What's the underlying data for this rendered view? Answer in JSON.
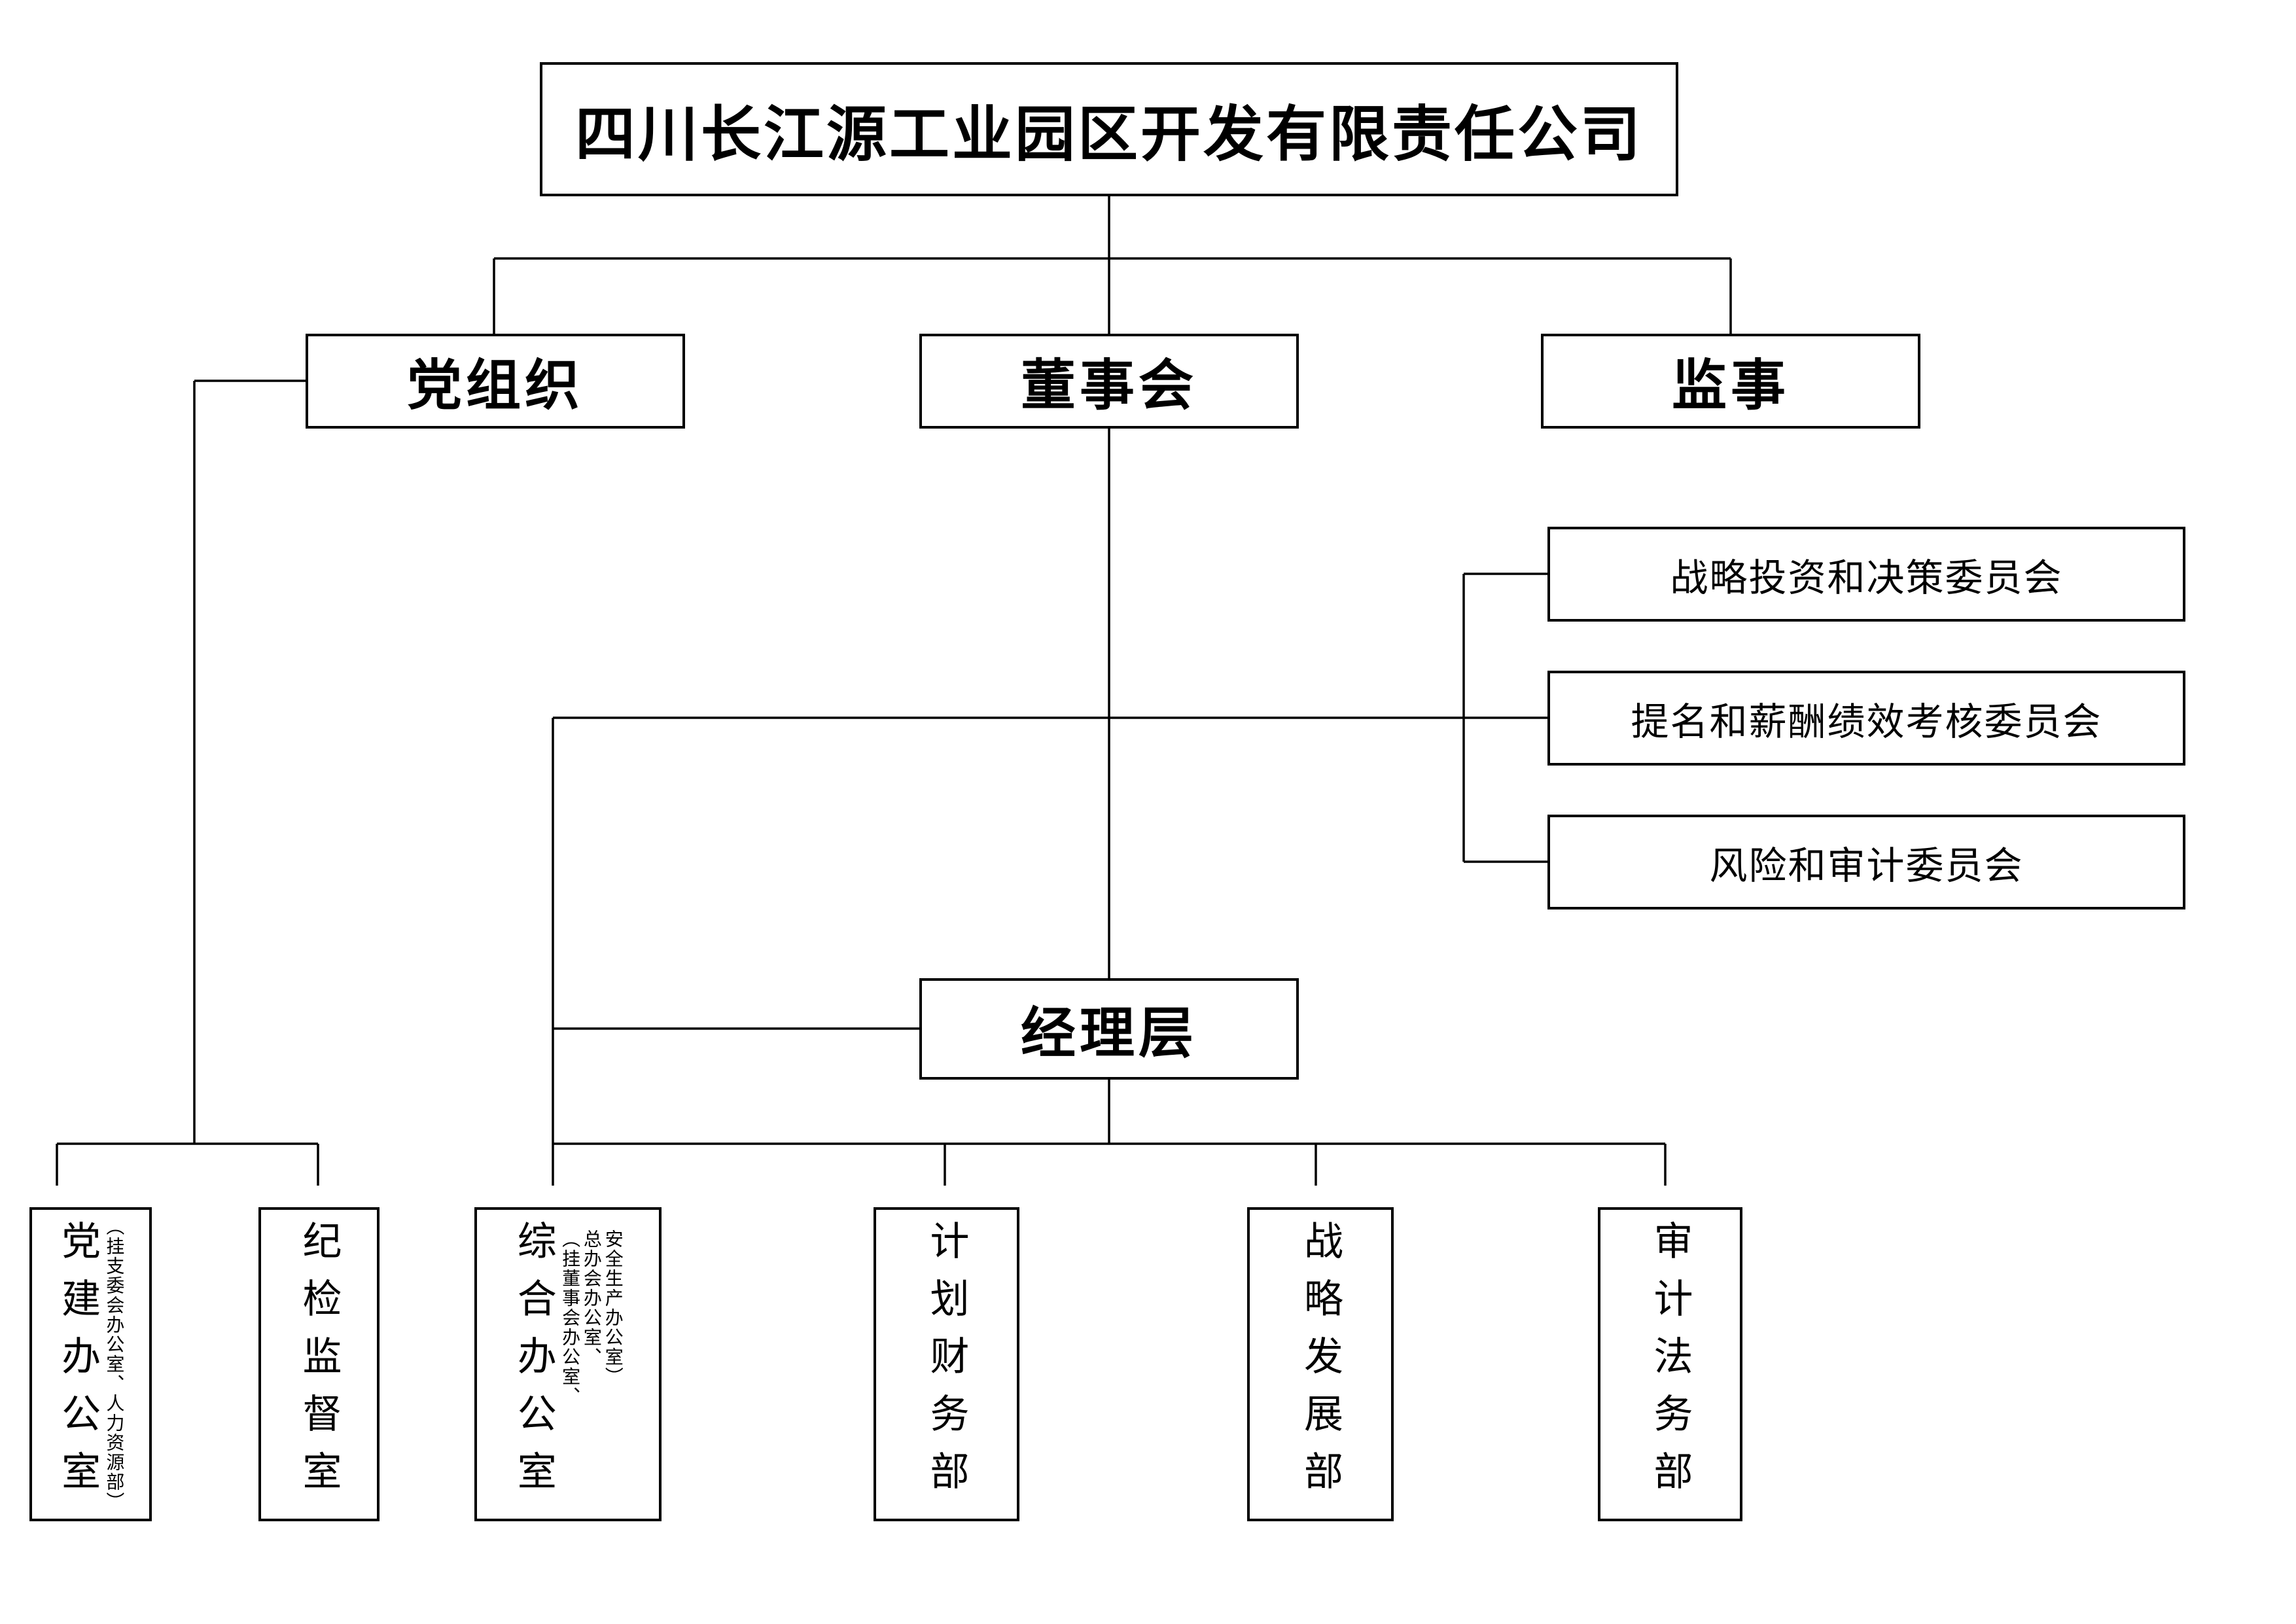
{
  "page": {
    "background_color": "#ffffff",
    "line_color": "#000000",
    "text_color": "#000000"
  },
  "org_chart": {
    "root": {
      "label": "四川长江源工业园区开发有限责任公司"
    },
    "level2": [
      {
        "id": "party-organization",
        "label": "党组织"
      },
      {
        "id": "board-of-directors",
        "label": "董事会"
      },
      {
        "id": "supervisors",
        "label": "监事"
      }
    ],
    "board_committees": [
      {
        "label": "战略投资和决策委员会"
      },
      {
        "label": "提名和薪酬绩效考核委员会"
      },
      {
        "label": "风险和审计委员会"
      }
    ],
    "management": {
      "label": "经理层"
    },
    "party_departments": [
      {
        "label": "党建办公室",
        "annotation": "（挂支委会办公室、人力资源部）"
      },
      {
        "label": "纪检监督室"
      }
    ],
    "management_departments": [
      {
        "label": "综合办公室",
        "annotation": "（挂董事会办公室、总办会办公室、安全生产办公室）",
        "annotation_columns": [
          "（挂董事会办公室、",
          "总办会办公室、",
          "安全生产办公室）"
        ]
      },
      {
        "label": "计划财务部"
      },
      {
        "label": "战略发展部"
      },
      {
        "label": "审计法务部"
      }
    ]
  }
}
